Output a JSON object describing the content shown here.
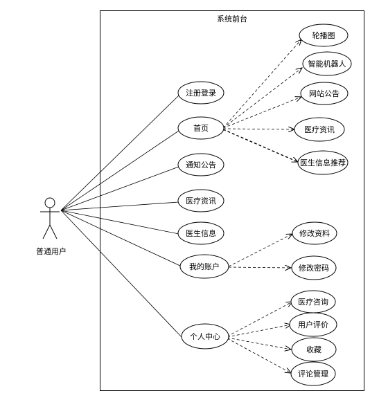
{
  "system": {
    "title": "系统前台"
  },
  "actor": {
    "label": "普通用户"
  },
  "use_cases": {
    "register_login": "注册登录",
    "home": "首页",
    "notice": "通知公告",
    "medical_news": "医疗资讯",
    "doctor_info": "医生信息",
    "my_account": "我的账户",
    "personal_center": "个人中心",
    "carousel": "轮播图",
    "smart_robot": "智能机器人",
    "site_notice": "网站公告",
    "home_medical_news": "医疗资讯",
    "doctor_recommend": "医生信息推荐",
    "edit_profile": "修改资料",
    "change_password": "修改密码",
    "medical_consult": "医疗咨询",
    "user_review": "用户评价",
    "favorites": "收藏",
    "comment_manage": "评论管理"
  }
}
